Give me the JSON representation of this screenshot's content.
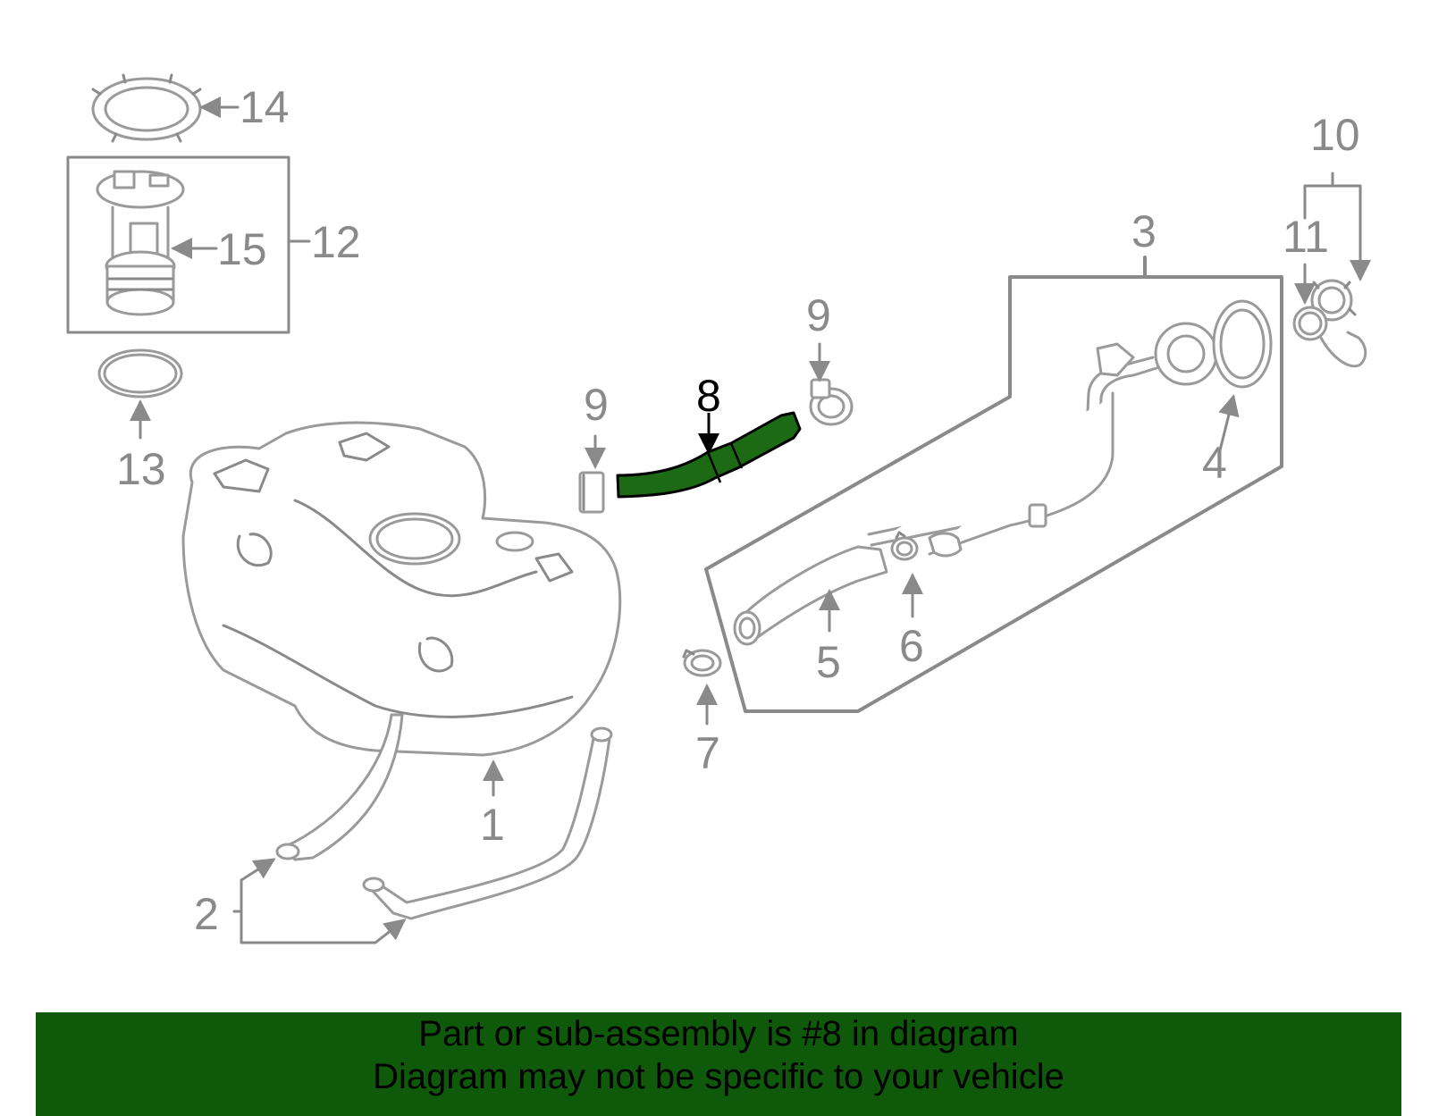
{
  "callouts": {
    "n1": "1",
    "n2": "2",
    "n3": "3",
    "n4": "4",
    "n5": "5",
    "n6": "6",
    "n7": "7",
    "n8": "8",
    "n9a": "9",
    "n9b": "9",
    "n10": "10",
    "n11": "11",
    "n12": "12",
    "n13": "13",
    "n14": "14",
    "n15": "15"
  },
  "highlight": {
    "part": "8",
    "color": "#1d6a14"
  },
  "banner": {
    "line1": "Part or sub-assembly is #8 in diagram",
    "line2": "Diagram may not be specific to your vehicle",
    "background": "#0f5a0a"
  }
}
